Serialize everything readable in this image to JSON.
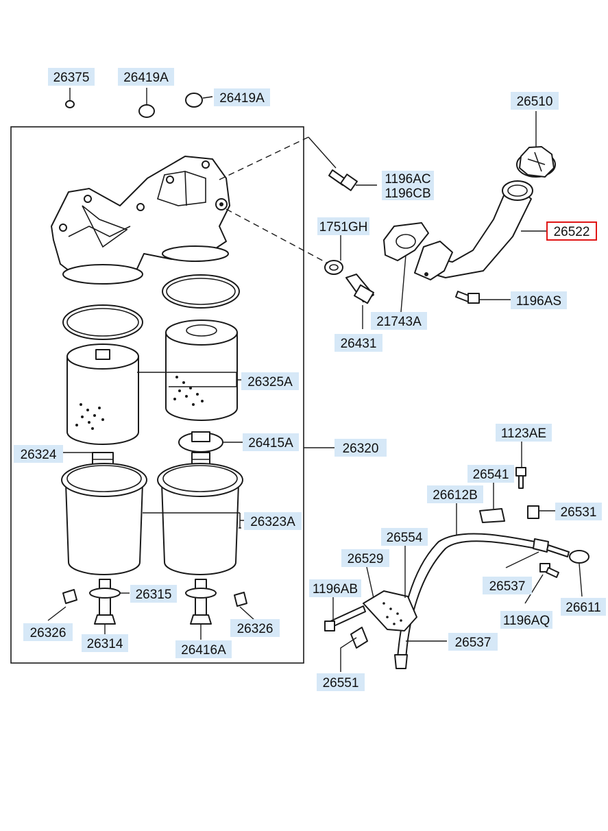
{
  "diagram": {
    "callouts": [
      {
        "id": "c1",
        "text": "26375"
      },
      {
        "id": "c2",
        "text": "26419A"
      },
      {
        "id": "c3",
        "text": "26419A"
      },
      {
        "id": "c4",
        "text": "26510"
      },
      {
        "id": "c5",
        "text": "1196AC"
      },
      {
        "id": "c6",
        "text": "1196CB"
      },
      {
        "id": "c7",
        "text": "1751GH"
      },
      {
        "id": "c8",
        "text": "26522",
        "highlighted": true
      },
      {
        "id": "c9",
        "text": "1196AS"
      },
      {
        "id": "c10",
        "text": "21743A"
      },
      {
        "id": "c11",
        "text": "26431"
      },
      {
        "id": "c12",
        "text": "26325A"
      },
      {
        "id": "c13",
        "text": "26324"
      },
      {
        "id": "c14",
        "text": "26415A"
      },
      {
        "id": "c15",
        "text": "26320"
      },
      {
        "id": "c16",
        "text": "1123AE"
      },
      {
        "id": "c17",
        "text": "26541"
      },
      {
        "id": "c18",
        "text": "26612B"
      },
      {
        "id": "c19",
        "text": "26531"
      },
      {
        "id": "c20",
        "text": "26323A"
      },
      {
        "id": "c21",
        "text": "26554"
      },
      {
        "id": "c22",
        "text": "26529"
      },
      {
        "id": "c23",
        "text": "26537"
      },
      {
        "id": "c24",
        "text": "1196AB"
      },
      {
        "id": "c25",
        "text": "26611"
      },
      {
        "id": "c26",
        "text": "26315"
      },
      {
        "id": "c27",
        "text": "1196AQ"
      },
      {
        "id": "c28",
        "text": "26326"
      },
      {
        "id": "c29",
        "text": "26326"
      },
      {
        "id": "c30",
        "text": "26314"
      },
      {
        "id": "c31",
        "text": "26416A"
      },
      {
        "id": "c32",
        "text": "26537"
      },
      {
        "id": "c33",
        "text": "26551"
      }
    ],
    "highlight_color": "#e01515",
    "label_bg_color": "#d6e8f7"
  }
}
